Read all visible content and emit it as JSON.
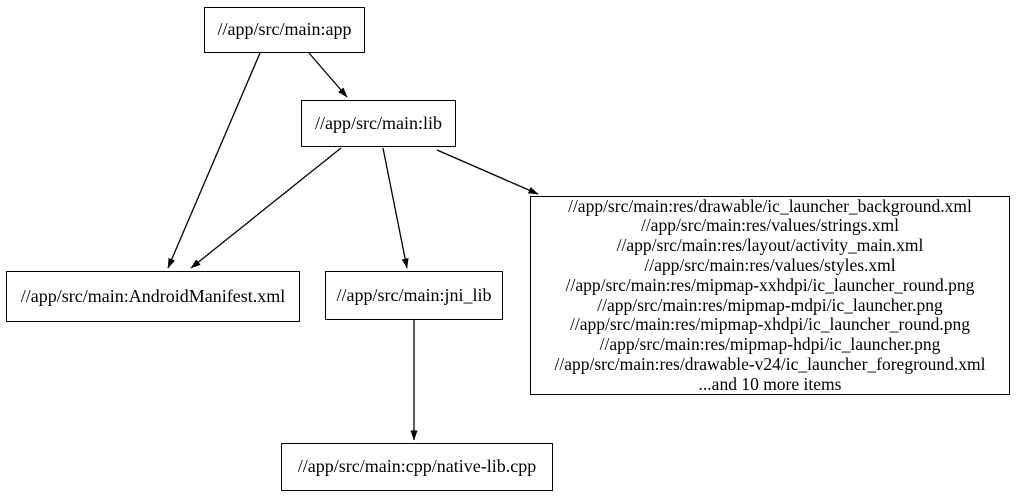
{
  "diagram": {
    "type": "dependency-graph",
    "tool_style": "graphviz",
    "colors": {
      "background": "#ffffff",
      "node_border": "#000000",
      "node_fill": "#ffffff",
      "edge": "#000000",
      "text": "#000000"
    },
    "nodes": [
      {
        "id": "app",
        "label": "//app/src/main:app"
      },
      {
        "id": "lib",
        "label": "//app/src/main:lib"
      },
      {
        "id": "manifest",
        "label": "//app/src/main:AndroidManifest.xml"
      },
      {
        "id": "jni_lib",
        "label": "//app/src/main:jni_lib"
      },
      {
        "id": "res_group",
        "lines": [
          "//app/src/main:res/drawable/ic_launcher_background.xml",
          "//app/src/main:res/values/strings.xml",
          "//app/src/main:res/layout/activity_main.xml",
          "//app/src/main:res/values/styles.xml",
          "//app/src/main:res/mipmap-xxhdpi/ic_launcher_round.png",
          "//app/src/main:res/mipmap-mdpi/ic_launcher.png",
          "//app/src/main:res/mipmap-xhdpi/ic_launcher_round.png",
          "//app/src/main:res/mipmap-hdpi/ic_launcher.png",
          "//app/src/main:res/drawable-v24/ic_launcher_foreground.xml",
          "...and 10 more items"
        ]
      },
      {
        "id": "native_lib",
        "label": "//app/src/main:cpp/native-lib.cpp"
      }
    ],
    "edges": [
      {
        "from": "app",
        "to": "lib"
      },
      {
        "from": "app",
        "to": "manifest"
      },
      {
        "from": "lib",
        "to": "manifest"
      },
      {
        "from": "lib",
        "to": "jni_lib"
      },
      {
        "from": "lib",
        "to": "res_group"
      },
      {
        "from": "jni_lib",
        "to": "native_lib"
      }
    ]
  }
}
